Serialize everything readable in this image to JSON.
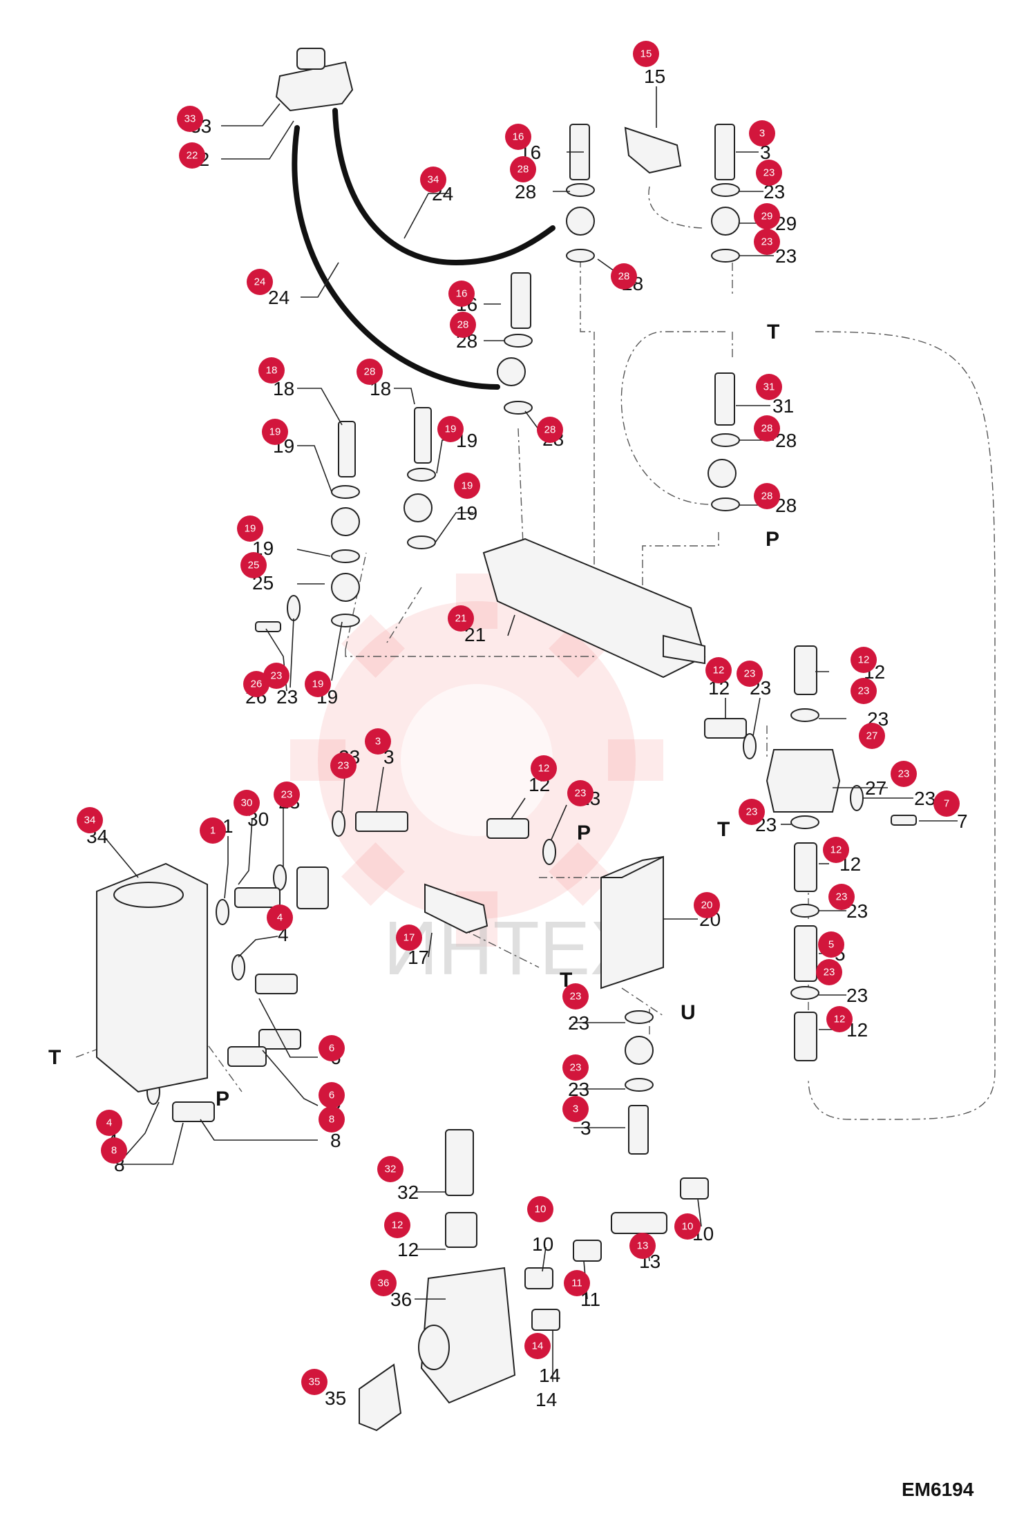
{
  "diagram": {
    "drawing_code": "EM6194",
    "watermark_text": "ИНТЕХ",
    "port_labels": [
      "T",
      "P",
      "T",
      "P",
      "T",
      "U",
      "T",
      "P"
    ],
    "callout_labels": [
      "33",
      "22",
      "24",
      "24",
      "16",
      "28",
      "28",
      "16",
      "28",
      "28",
      "15",
      "3",
      "23",
      "29",
      "23",
      "31",
      "28",
      "28",
      "18",
      "19",
      "18",
      "19",
      "19",
      "19",
      "25",
      "23",
      "26",
      "19",
      "21",
      "12",
      "23",
      "12",
      "23",
      "27",
      "23",
      "7",
      "23",
      "12",
      "23",
      "5",
      "23",
      "12",
      "3",
      "23",
      "12",
      "23",
      "20",
      "34",
      "1",
      "30",
      "23",
      "4",
      "6",
      "6",
      "8",
      "4",
      "8",
      "17",
      "23",
      "23",
      "3",
      "32",
      "12",
      "10",
      "10",
      "11",
      "13",
      "36",
      "14",
      "14",
      "35"
    ],
    "badges": [
      "33",
      "22",
      "34",
      "24",
      "16",
      "28",
      "28",
      "16",
      "28",
      "28",
      "15",
      "3",
      "23",
      "29",
      "23",
      "31",
      "28",
      "28",
      "18",
      "19",
      "28",
      "19",
      "19",
      "19",
      "25",
      "23",
      "26",
      "19",
      "21",
      "12",
      "23",
      "12",
      "23",
      "27",
      "23",
      "7",
      "23",
      "12",
      "23",
      "5",
      "23",
      "12",
      "3",
      "23",
      "12",
      "23",
      "20",
      "34",
      "1",
      "30",
      "23",
      "4",
      "6",
      "6",
      "8",
      "4",
      "8",
      "17",
      "23",
      "23",
      "3",
      "32",
      "12",
      "10",
      "10",
      "11",
      "13",
      "36",
      "14",
      "35"
    ]
  }
}
